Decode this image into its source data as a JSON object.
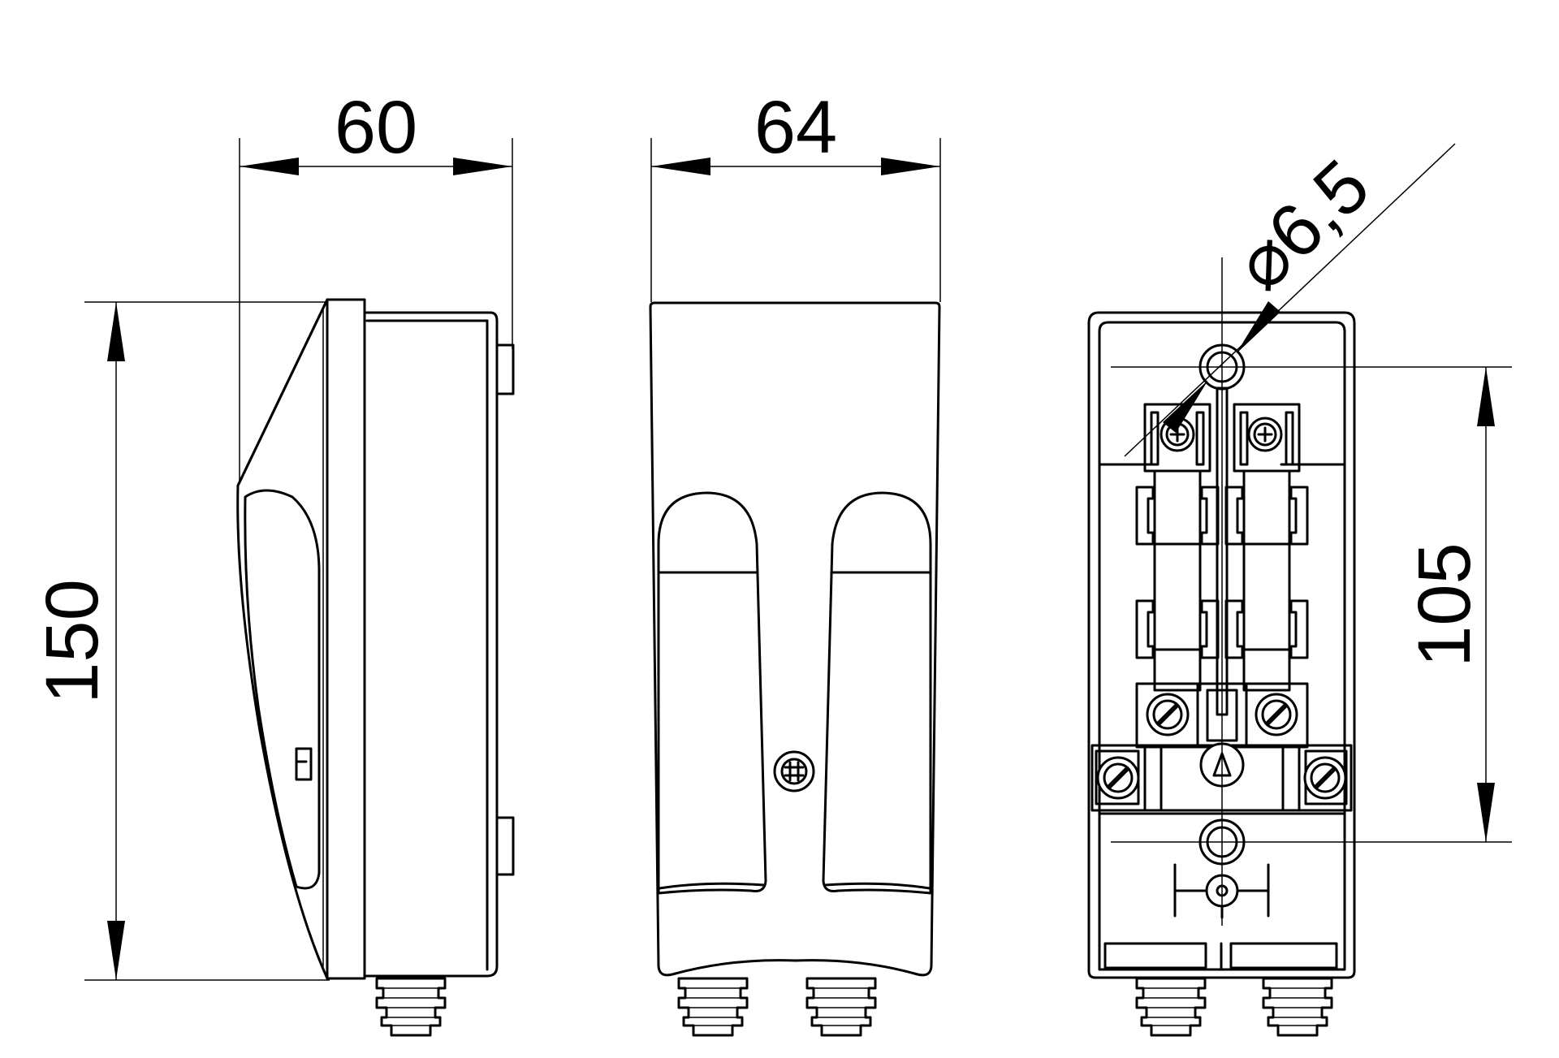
{
  "dimensions": {
    "side_width": "60",
    "front_width": "64",
    "height": "150",
    "hole_diameter": "⌀6,5",
    "hole_spacing": "105"
  },
  "colors": {
    "line": "#000000",
    "background": "#ffffff"
  },
  "icons": {
    "earth_symbol": "earth-triangle-icon",
    "mounting_symbol": "mounting-hole-icon"
  }
}
